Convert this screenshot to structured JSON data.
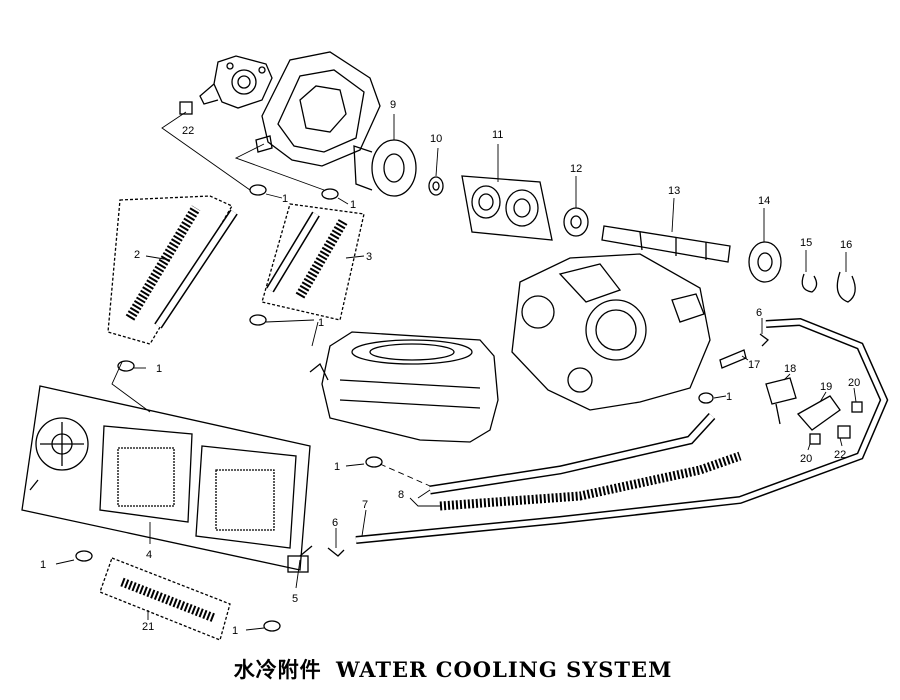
{
  "caption": {
    "chinese": "水冷附件",
    "english": "WATER COOLING SYSTEM"
  },
  "callouts": [
    "1",
    "2",
    "3",
    "4",
    "5",
    "6",
    "7",
    "8",
    "9",
    "10",
    "11",
    "12",
    "13",
    "14",
    "15",
    "16",
    "17",
    "18",
    "19",
    "20",
    "21",
    "22"
  ]
}
